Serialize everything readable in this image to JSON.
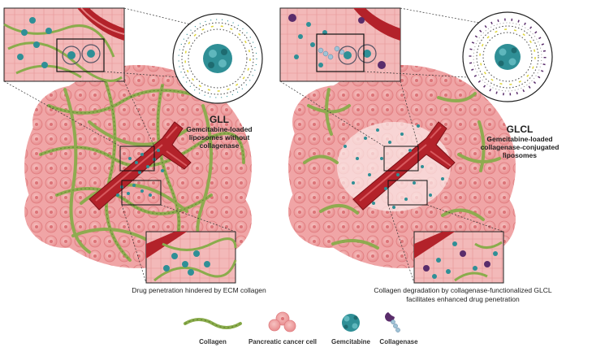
{
  "left_panel": {
    "title": "GLL",
    "subtitle_lines": [
      "Gemcitabine-loaded",
      "liposomes without",
      "collagenase"
    ],
    "caption_lines": [
      "Drug penetration hindered by ECM collagen"
    ]
  },
  "right_panel": {
    "title": "GLCL",
    "subtitle_lines": [
      "Gemcitabine-loaded",
      "collagenase-conjugated",
      "liposomes"
    ],
    "caption_lines": [
      "Collagen degradation by collagenase-functionalized GLCL",
      "facilitates enhanced drug penetration"
    ]
  },
  "legend": [
    {
      "label": "Collagen",
      "icon": "collagen-fiber-icon"
    },
    {
      "label": "Pancreatic cancer cell",
      "icon": "cancer-cell-icon"
    },
    {
      "label": "Gemcitabine",
      "icon": "gemcitabine-cluster-icon"
    },
    {
      "label": "Collagenase",
      "icon": "collagenase-icon"
    }
  ],
  "colors": {
    "tumor": "#f2a6a6",
    "tumor_dark": "#e57f82",
    "vessel": "#b3222a",
    "vessel_light": "#d8595e",
    "collagen": "#8aac4c",
    "gemcitabine": "#2f8f96",
    "collagenase": "#5a2d6b",
    "lipid_yellow": "#e0d63a"
  }
}
